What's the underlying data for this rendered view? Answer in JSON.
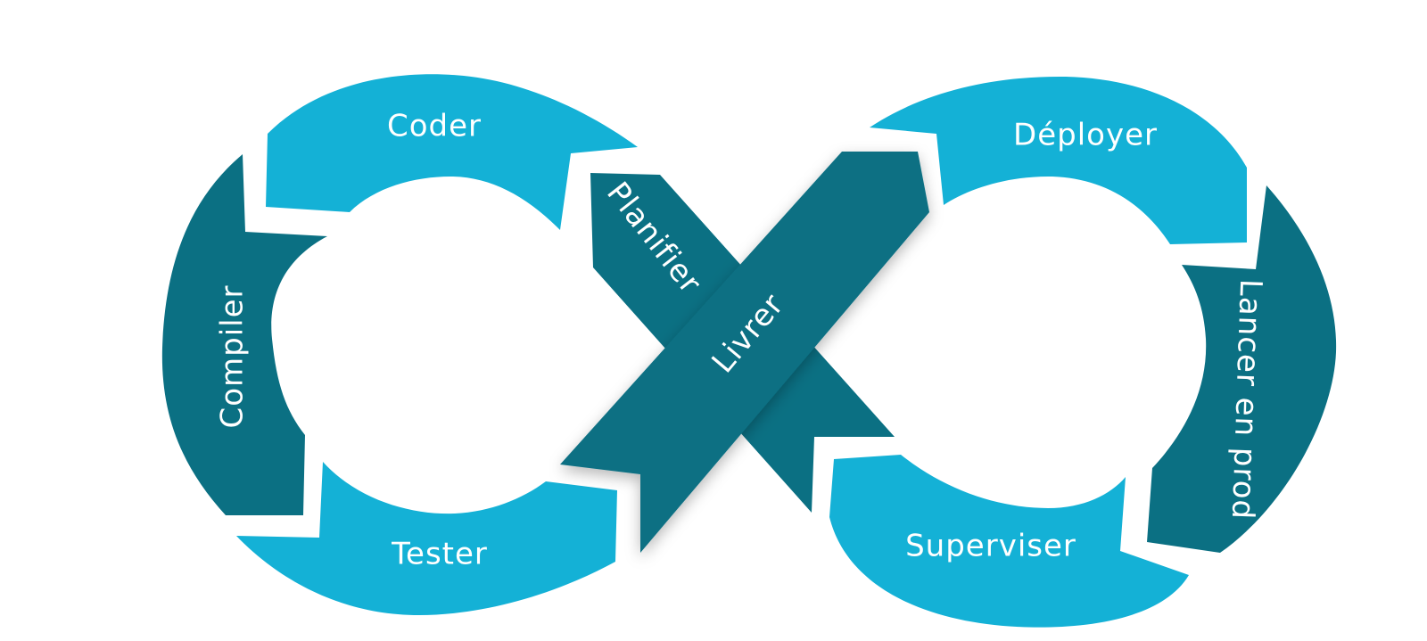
{
  "diagram": {
    "colors": {
      "light": "#14b1d6",
      "dark": "#0b7083"
    },
    "stages": {
      "planifier": "Planifier",
      "coder": "Coder",
      "compiler": "Compiler",
      "tester": "Tester",
      "livrer": "Livrer",
      "deployer": "Déployer",
      "lancer": "Lancer en prod",
      "superviser": "Superviser"
    }
  }
}
